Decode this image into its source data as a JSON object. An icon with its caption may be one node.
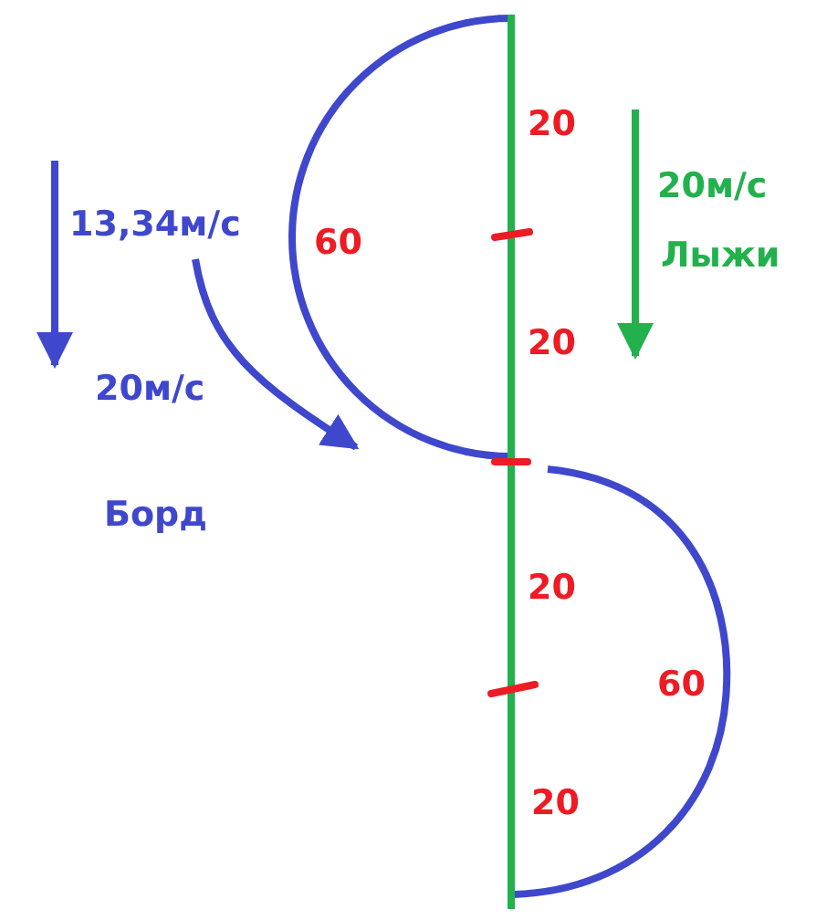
{
  "diagram": {
    "labels": [
      "20",
      "20м/с",
      "13,34м/с",
      "60",
      "Лыжи",
      "20",
      "20м/с",
      "Борд",
      "20",
      "60",
      "20"
    ]
  }
}
